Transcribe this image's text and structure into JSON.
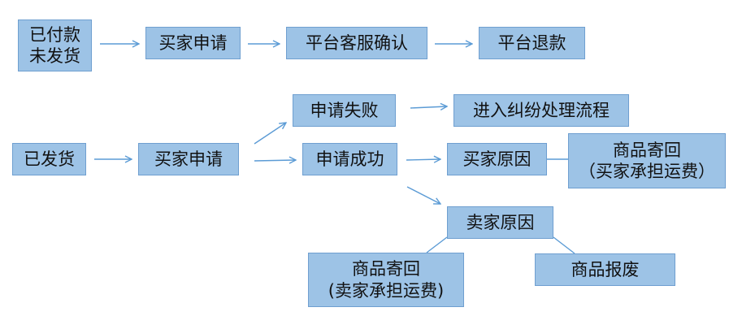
{
  "nodes": {
    "paid_not_shipped": "已付款\n未发货",
    "buyer_apply_1": "买家申请",
    "platform_confirm": "平台客服确认",
    "platform_refund": "平台退款",
    "shipped": "已发货",
    "buyer_apply_2": "买家申请",
    "apply_failed": "申请失败",
    "dispute_process": "进入纠纷处理流程",
    "apply_success": "申请成功",
    "buyer_reason": "买家原因",
    "return_buyer_pays": "商品寄回\n（买家承担运费）",
    "seller_reason": "卖家原因",
    "return_seller_pays": "商品寄回\n(卖家承担运费)",
    "goods_scrapped": "商品报废"
  },
  "colors": {
    "box_fill": "#9dc3e6",
    "box_border": "#6f9fd0",
    "arrow": "#5b9bd5",
    "connector": "#5b9bd5"
  }
}
